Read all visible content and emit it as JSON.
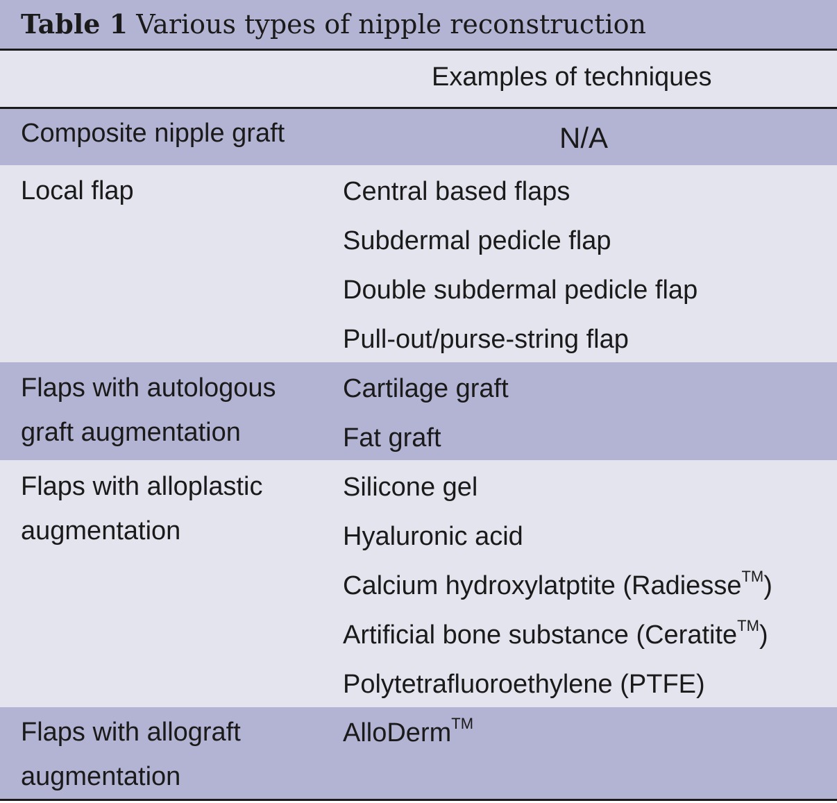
{
  "caption": {
    "label": "Table 1",
    "title": "Various types of nipple reconstruction"
  },
  "header": {
    "column_2": "Examples of techniques"
  },
  "rows": [
    {
      "category": "Composite nipple graft",
      "examples": [
        "N/A"
      ]
    },
    {
      "category": "Local flap",
      "examples": [
        "Central based flaps",
        "Subdermal pedicle flap",
        "Double subdermal pedicle flap",
        "Pull-out/purse-string flap"
      ]
    },
    {
      "category": "Flaps with autologous graft augmentation",
      "examples": [
        "Cartilage graft",
        "Fat graft"
      ]
    },
    {
      "category": "Flaps with alloplastic augmentation",
      "examples": [
        "Silicone gel",
        "Hyaluronic acid",
        "Calcium hydroxylatptite (Radiesse",
        "Artificial bone substance (Ceratite",
        "Polytetrafluoroethylene (PTFE)"
      ]
    },
    {
      "category": "Flaps with allograft augmentation",
      "examples": [
        "AlloDerm"
      ]
    }
  ],
  "trademark": "TM",
  "close_paren": ")",
  "colors": {
    "band_dark": "#b3b4d3",
    "band_light": "#e4e4ef",
    "rule": "#1a1a1a",
    "text": "#1a1a1a"
  }
}
